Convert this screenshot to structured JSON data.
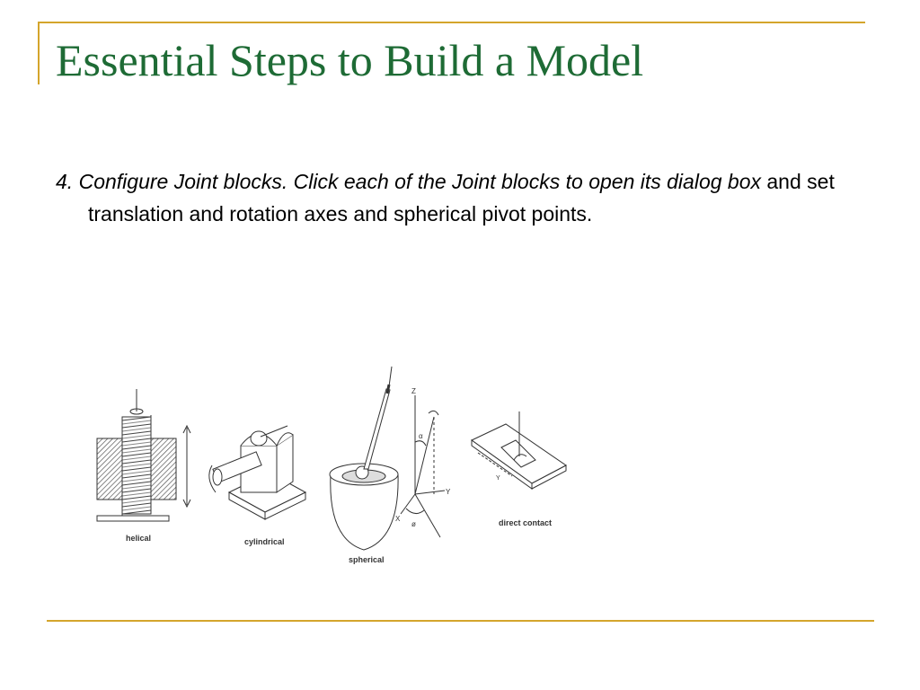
{
  "slide": {
    "title": "Essential Steps to Build a Model",
    "body": {
      "number": "4.",
      "italic_lead": "Configure Joint blocks. Click each of the Joint blocks to open its dialog box",
      "rest": "and set translation and rotation axes and spherical pivot points."
    },
    "figure": {
      "captions": {
        "helical": "helical",
        "cylindrical": "cylindrical",
        "spherical": "spherical",
        "direct_contact": "direct contact"
      },
      "axis_labels": {
        "z": "Z",
        "y_axis": "Y",
        "x": "X",
        "alpha": "α",
        "phi": "ø",
        "y_contact": "Y"
      }
    },
    "colors": {
      "title": "#1e6b35",
      "frame": "#d4a52c"
    }
  }
}
